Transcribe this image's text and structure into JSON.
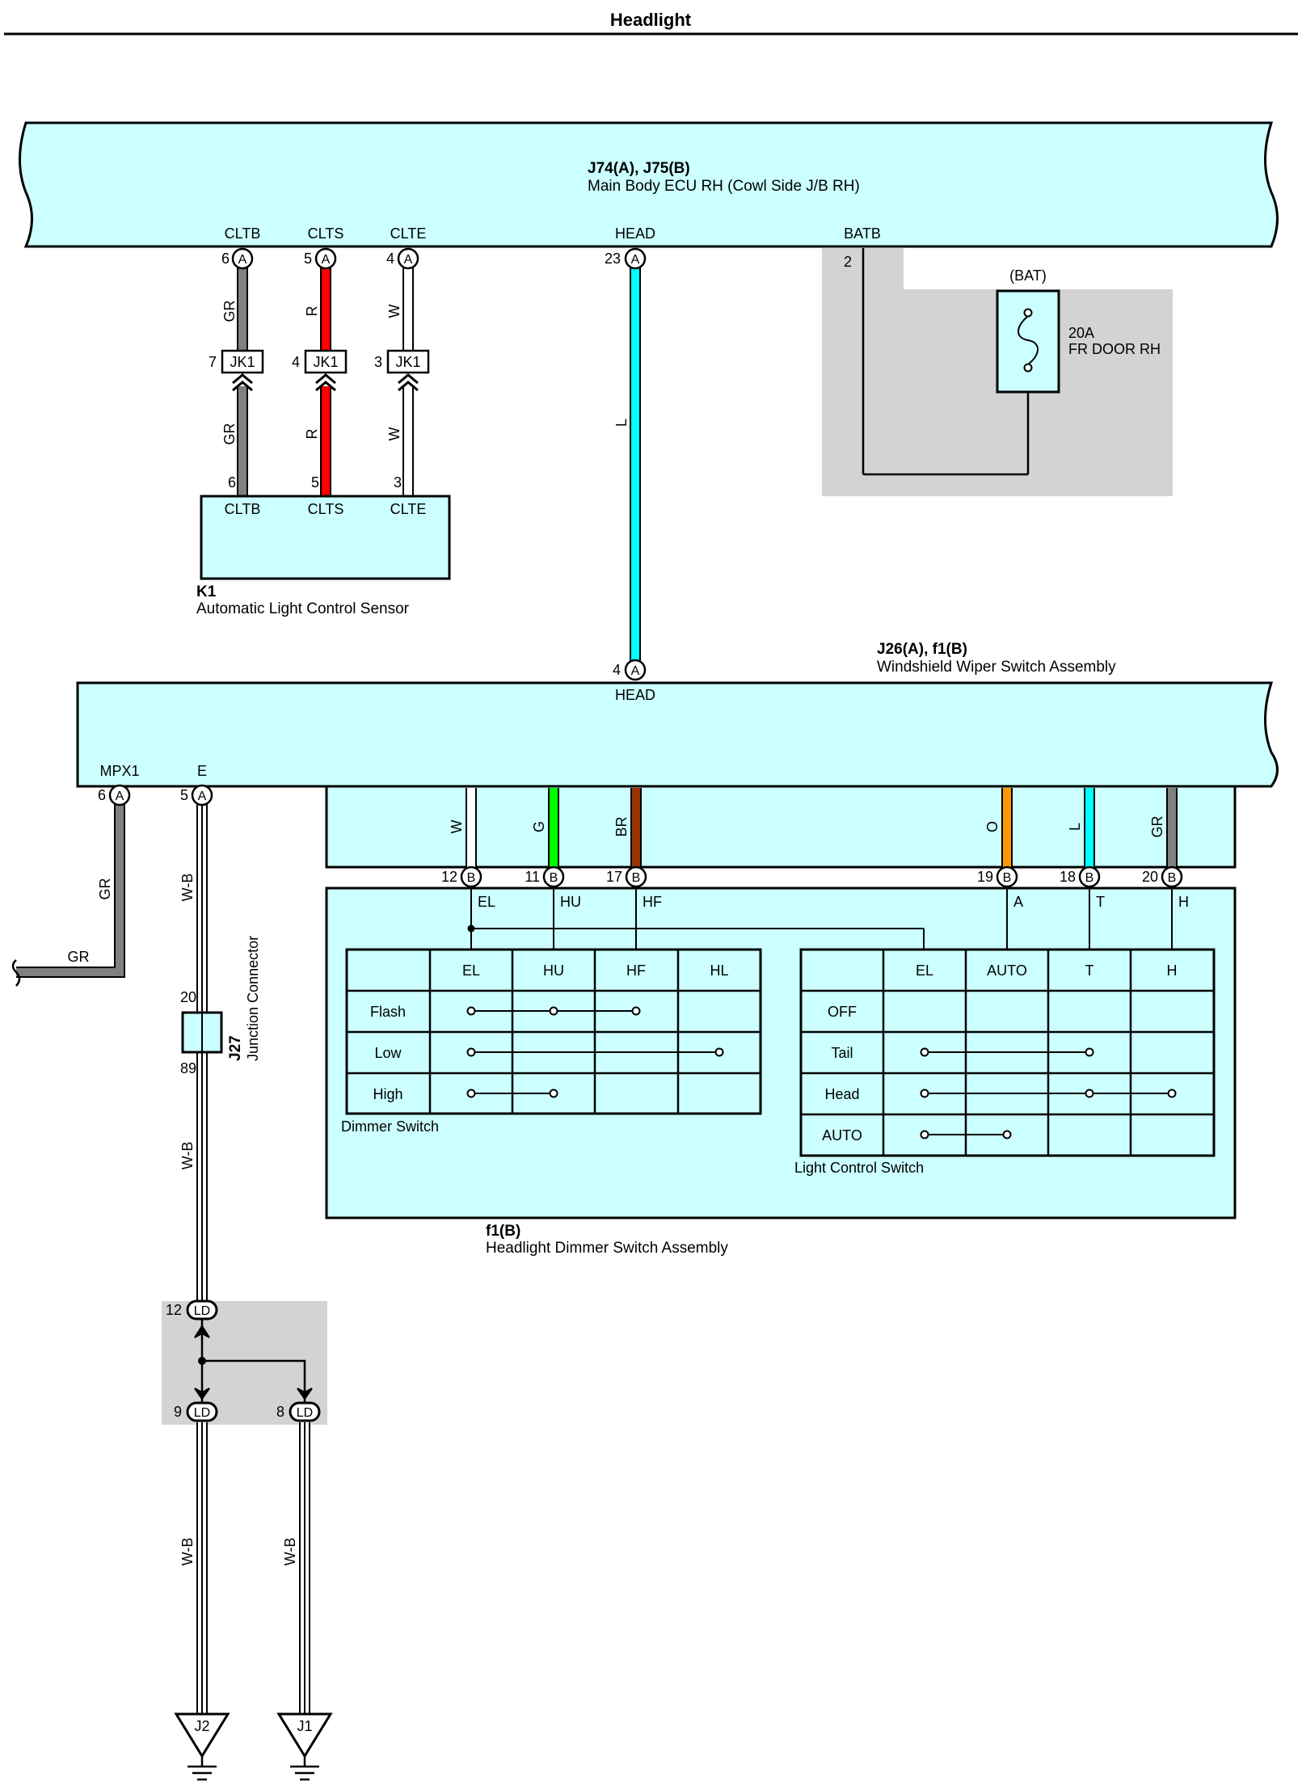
{
  "title": "Headlight",
  "colors": {
    "component_fill": "#ccffff",
    "shade_fill": "#d3d3d3",
    "wire_GR": "#808080",
    "wire_R": "#ff0000",
    "wire_W": "#ffffff",
    "wire_L": "#00ffff",
    "wire_G": "#00ff00",
    "wire_BR": "#993300",
    "wire_O": "#ff9900"
  },
  "ecu": {
    "id": "J74(A), J75(B)",
    "name": "Main Body ECU RH (Cowl Side J/B RH)",
    "pins": [
      {
        "name": "CLTB",
        "num": "6",
        "conn": "A"
      },
      {
        "name": "CLTS",
        "num": "5",
        "conn": "A"
      },
      {
        "name": "CLTE",
        "num": "4",
        "conn": "A"
      },
      {
        "name": "HEAD",
        "num": "23",
        "conn": "A"
      },
      {
        "name": "BATB",
        "num": "2"
      }
    ]
  },
  "fuse": {
    "source": "(BAT)",
    "rating": "20A",
    "name": "FR DOOR RH"
  },
  "jk1": {
    "label": "JK1",
    "pins": [
      "7",
      "4",
      "3"
    ],
    "colors_upper": [
      "GR",
      "R",
      "W"
    ],
    "colors_lower": [
      "GR",
      "R",
      "W"
    ]
  },
  "head_wire": "L",
  "k1": {
    "id": "K1",
    "name": "Automatic Light Control Sensor",
    "pin_nums": [
      "6",
      "5",
      "3"
    ],
    "pin_names": [
      "CLTB",
      "CLTS",
      "CLTE"
    ]
  },
  "wiper": {
    "id": "J26(A), f1(B)",
    "name": "Windshield Wiper Switch Assembly",
    "head_num": "4",
    "head_conn": "A",
    "head_name": "HEAD",
    "left_pins": [
      {
        "name": "MPX1",
        "num": "6",
        "conn": "A"
      },
      {
        "name": "E",
        "num": "5",
        "conn": "A"
      }
    ],
    "b_wires": [
      {
        "color": "W",
        "num": "12",
        "conn": "B",
        "name": "EL"
      },
      {
        "color": "G",
        "num": "11",
        "conn": "B",
        "name": "HU"
      },
      {
        "color": "BR",
        "num": "17",
        "conn": "B",
        "name": "HF"
      },
      {
        "color": "O",
        "num": "19",
        "conn": "B",
        "name": "A"
      },
      {
        "color": "L",
        "num": "18",
        "conn": "B",
        "name": "T"
      },
      {
        "color": "GR",
        "num": "20",
        "conn": "B",
        "name": "H"
      }
    ]
  },
  "mpx_wire": {
    "color_vertical": "GR",
    "color_horizontal": "GR"
  },
  "junction": {
    "id": "J27",
    "name": "Junction Connector",
    "pin_top": "20",
    "pin_bottom": "89",
    "wire_upper": "W-B",
    "wire_lower": "W-B"
  },
  "ld": {
    "label": "LD",
    "pins": [
      "12",
      "9",
      "8"
    ]
  },
  "grounds": [
    {
      "label": "J2",
      "wire": "W-B"
    },
    {
      "label": "J1",
      "wire": "W-B"
    }
  ],
  "dimmer_table": {
    "caption": "Dimmer Switch",
    "columns": [
      "EL",
      "HU",
      "HF",
      "HL"
    ],
    "rows": [
      "Flash",
      "Low",
      "High"
    ]
  },
  "light_table": {
    "caption": "Light Control Switch",
    "columns": [
      "EL",
      "AUTO",
      "T",
      "H"
    ],
    "rows": [
      "OFF",
      "Tail",
      "Head",
      "AUTO"
    ]
  },
  "f1": {
    "id": "f1(B)",
    "name": "Headlight Dimmer Switch Assembly"
  }
}
